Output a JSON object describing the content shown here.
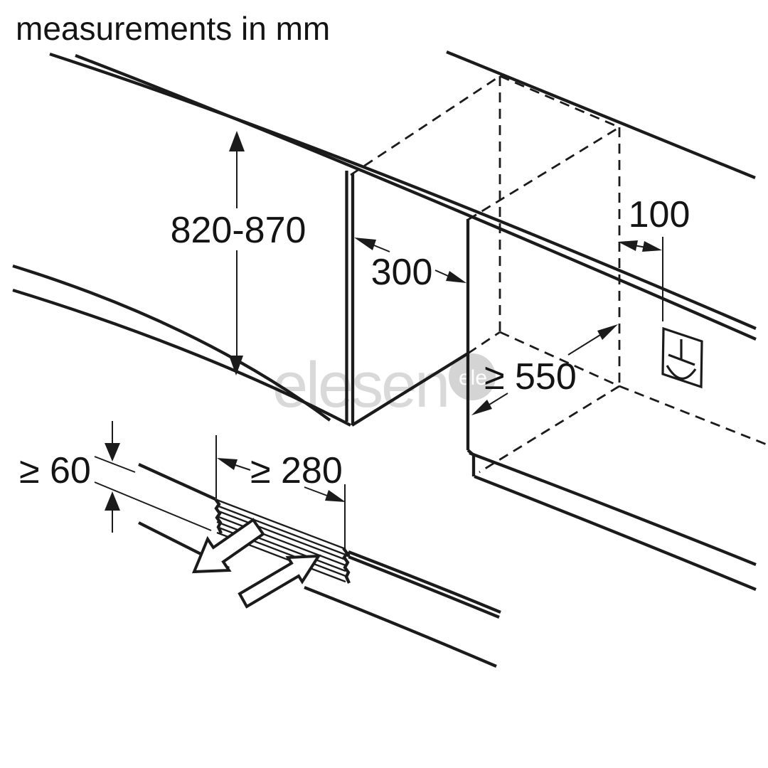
{
  "title": "measurements in mm",
  "dimensions": {
    "niche_height": "820-870",
    "niche_width": "300",
    "socket_offset": "100",
    "niche_depth": "≥ 550",
    "plinth_recess_height": "≥ 60",
    "vent_opening_width": "≥ 280"
  },
  "watermark": {
    "text": "elesen",
    "badge": "ele"
  },
  "icons": {
    "power_socket": "power-socket-icon"
  },
  "colors": {
    "line": "#1b1b1b",
    "watermark": "#d9d9d9",
    "background": "#ffffff"
  }
}
